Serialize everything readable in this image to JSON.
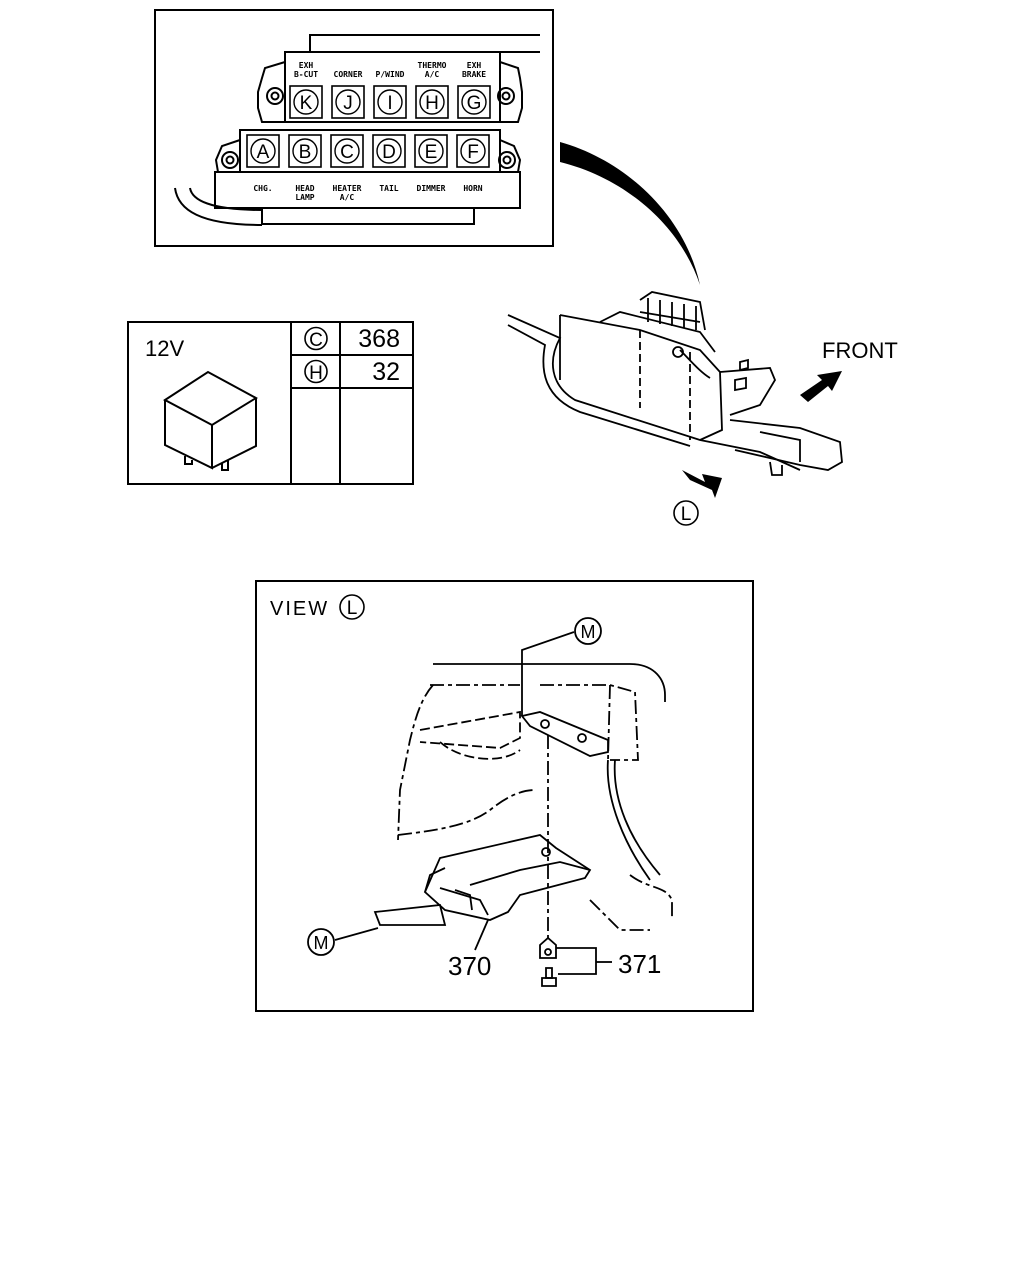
{
  "relay_box": {
    "top_row": [
      {
        "letter": "K",
        "label_lines": [
          "EXH",
          "B-CUT"
        ]
      },
      {
        "letter": "J",
        "label_lines": [
          "CORNER"
        ]
      },
      {
        "letter": "I",
        "label_lines": [
          "P/WIND"
        ]
      },
      {
        "letter": "H",
        "label_lines": [
          "THERMO",
          "A/C"
        ]
      },
      {
        "letter": "G",
        "label_lines": [
          "EXH",
          "BRAKE"
        ]
      }
    ],
    "bottom_row": [
      {
        "letter": "A",
        "label_lines": [
          "CHG."
        ]
      },
      {
        "letter": "B",
        "label_lines": [
          "HEAD",
          "LAMP"
        ]
      },
      {
        "letter": "C",
        "label_lines": [
          "HEATER",
          "A/C"
        ]
      },
      {
        "letter": "D",
        "label_lines": [
          "TAIL"
        ]
      },
      {
        "letter": "E",
        "label_lines": [
          "DIMMER"
        ]
      },
      {
        "letter": "F",
        "label_lines": [
          "HORN"
        ]
      }
    ]
  },
  "relay_table": {
    "voltage": "12V",
    "rows": [
      {
        "letter": "C",
        "part": "368"
      },
      {
        "letter": "H",
        "part": "32"
      }
    ]
  },
  "vehicle_view": {
    "front_label": "FRONT",
    "view_marker": "L"
  },
  "detail_view": {
    "title": "VIEW",
    "view_letter": "L",
    "callout_top": "M",
    "callout_bottom": "M",
    "part_bracket": "370",
    "part_fasteners": "371"
  }
}
